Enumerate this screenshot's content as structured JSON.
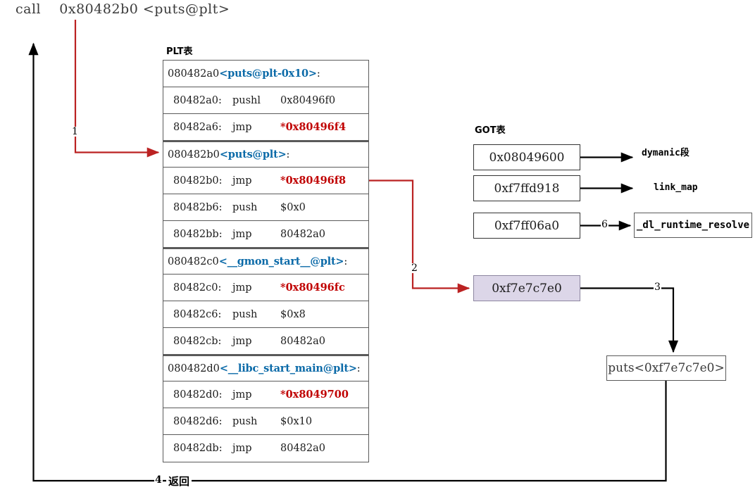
{
  "call_line": "call    0x80482b0 <puts@plt>",
  "plt": {
    "caption": "PLT表",
    "rows": [
      {
        "kind": "header",
        "addr": "080482a0",
        "symbol": "<puts@plt-0x10>",
        "suffix": ":"
      },
      {
        "kind": "instr",
        "addr": "80482a0:",
        "mnemonic": "pushl",
        "operand": "0x80496f0",
        "operand_red": false
      },
      {
        "kind": "instr",
        "addr": "80482a6:",
        "mnemonic": "jmp",
        "operand": "*0x80496f4",
        "operand_red": true
      },
      {
        "kind": "header",
        "addr": "080482b0",
        "symbol": "<puts@plt>",
        "suffix": ":"
      },
      {
        "kind": "instr",
        "addr": "80482b0:",
        "mnemonic": "jmp",
        "operand": "*0x80496f8",
        "operand_red": true
      },
      {
        "kind": "instr",
        "addr": "80482b6:",
        "mnemonic": "push",
        "operand": "$0x0",
        "operand_red": false
      },
      {
        "kind": "instr",
        "addr": "80482bb:",
        "mnemonic": "jmp",
        "operand": "80482a0",
        "operand_red": false
      },
      {
        "kind": "header",
        "addr": "080482c0",
        "symbol": "<__gmon_start__@plt>",
        "suffix": ":"
      },
      {
        "kind": "instr",
        "addr": "80482c0:",
        "mnemonic": "jmp",
        "operand": "*0x80496fc",
        "operand_red": true
      },
      {
        "kind": "instr",
        "addr": "80482c6:",
        "mnemonic": "push",
        "operand": "$0x8",
        "operand_red": false
      },
      {
        "kind": "instr",
        "addr": "80482cb:",
        "mnemonic": "jmp",
        "operand": "80482a0",
        "operand_red": false
      },
      {
        "kind": "header",
        "addr": "080482d0",
        "symbol": "<__libc_start_main@plt>",
        "suffix": ":"
      },
      {
        "kind": "instr",
        "addr": "80482d0:",
        "mnemonic": "jmp",
        "operand": "*0x8049700",
        "operand_red": true
      },
      {
        "kind": "instr",
        "addr": "80482d6:",
        "mnemonic": "push",
        "operand": "$0x10",
        "operand_red": false
      },
      {
        "kind": "instr",
        "addr": "80482db:",
        "mnemonic": "jmp",
        "operand": "80482a0",
        "operand_red": false
      }
    ]
  },
  "got": {
    "caption": "GOT表",
    "entries": [
      {
        "value": "0x08049600",
        "target": "dymanic段",
        "highlight": false
      },
      {
        "value": "0xf7ffd918",
        "target": "link_map",
        "highlight": false
      },
      {
        "value": "0xf7ff06a0",
        "target": "_dl_runtime_resolve",
        "highlight": false,
        "edge_label": "6"
      },
      {
        "value": "0xf7e7c7e0",
        "target": "",
        "highlight": true,
        "edge_label": "3"
      }
    ]
  },
  "boxes": {
    "dl_runtime_resolve": "_dl_runtime_resolve",
    "puts_impl": "puts<0xf7e7c7e0>"
  },
  "steps": {
    "one": "1",
    "two": "2",
    "three": "3",
    "four": "4",
    "six": "6"
  },
  "return_label": "返回",
  "colors": {
    "red_arrow": "#bb2222",
    "black_arrow": "#000000",
    "symbol_blue": "#0b6aa8",
    "operand_red": "#c00000",
    "highlight_fill": "#dcd6e8",
    "box_border": "#5a5a5a"
  }
}
